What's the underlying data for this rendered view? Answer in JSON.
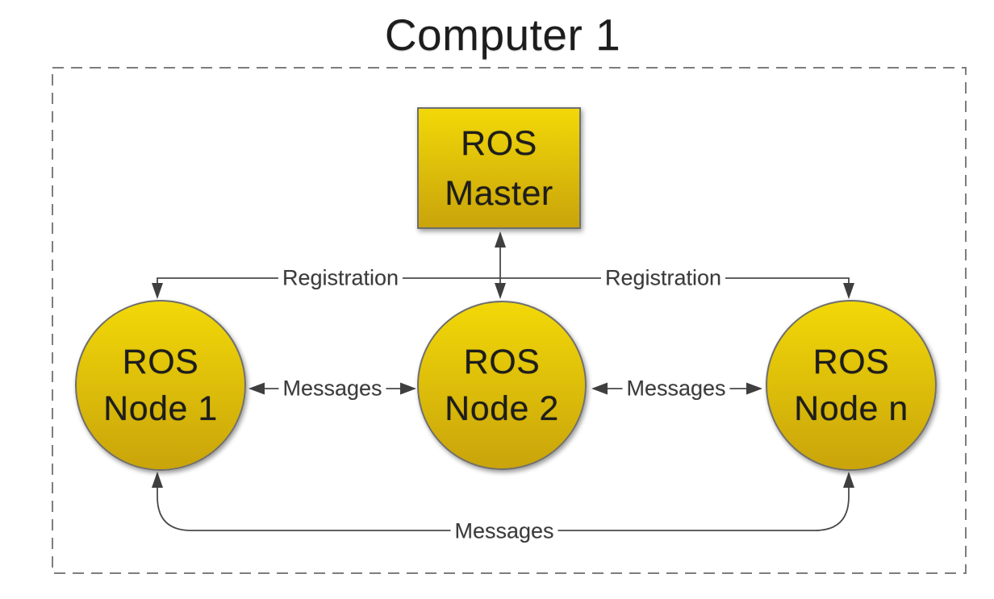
{
  "title": "Computer 1",
  "master": {
    "line1": "ROS",
    "line2": "Master"
  },
  "nodes": [
    {
      "line1": "ROS",
      "line2": "Node 1"
    },
    {
      "line1": "ROS",
      "line2": "Node 2"
    },
    {
      "line1": "ROS",
      "line2": "Node n"
    }
  ],
  "edges": {
    "registration_left": "Registration",
    "registration_right": "Registration",
    "messages_left": "Messages",
    "messages_right": "Messages",
    "messages_bottom": "Messages"
  },
  "colors": {
    "shape_fill_top": "#f2d808",
    "shape_fill_bottom": "#c9a40b",
    "shape_border": "#6f6f6f",
    "connector": "#4a4a4a",
    "dashed_border": "#7d7d7d",
    "text": "#1d1d1d",
    "label_text": "#3b3b3b",
    "background": "#ffffff"
  }
}
